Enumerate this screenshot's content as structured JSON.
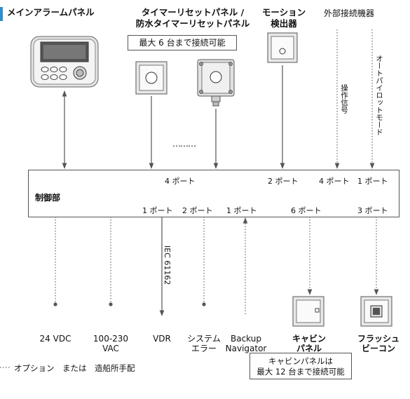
{
  "labels": {
    "main_alarm_panel": "メインアラームパネル",
    "timer_reset_panel_1": "タイマーリセットパネル /",
    "timer_reset_panel_2": "防水タイマーリセットパネル",
    "max_six": "最大 6 台まで接続可能",
    "motion_detector_1": "モーション",
    "motion_detector_2": "検出器",
    "external_device": "外部接続機器",
    "operation_signal": "操作信号",
    "autopilot_mode": "オートパイロットモード",
    "ellipsis": "………",
    "control_unit": "制御部"
  },
  "ports_top": {
    "timer": "4 ポート",
    "motion": "2 ポート",
    "operation": "4 ポート",
    "autopilot": "1 ポート"
  },
  "ports_bottom": {
    "vdr": "1 ポート",
    "system_error": "2 ポート",
    "backup_navigator": "1 ポート",
    "cabin_panel": "6 ポート",
    "flash_beacon": "3 ポート"
  },
  "iec_label": "IEC 61162",
  "bottom_labels": {
    "dc24": "24 VDC",
    "ac_1": "100-230",
    "ac_2": "VAC",
    "vdr": "VDR",
    "syserr_1": "システム",
    "syserr_2": "エラー",
    "backup_1": "Backup",
    "backup_2": "Navigator",
    "cabin_1": "キャビン",
    "cabin_2": "パネル",
    "flash_1": "フラッシュ",
    "flash_2": "ビーコン"
  },
  "legend_text": "オプション　または　造船所手配",
  "cabin_note_1": "キャビンパネルは",
  "cabin_note_2": "最大 12 台まで接続可能",
  "colors": {
    "accent": "#2a8fd6",
    "line": "#444444"
  }
}
